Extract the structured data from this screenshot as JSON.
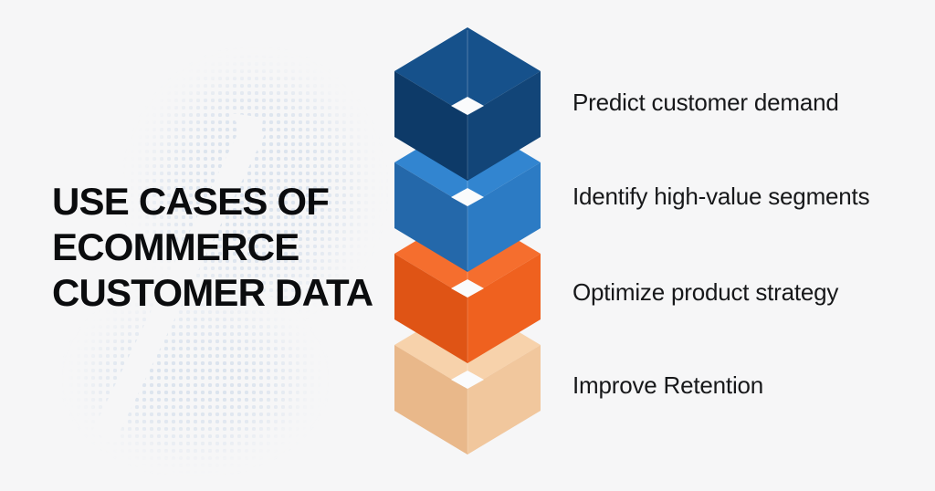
{
  "background": {
    "color": "#F6F6F7",
    "dot_pattern_color": "#DCE4EE"
  },
  "title": {
    "lines": [
      "USE CASES OF",
      "ECOMMERCE",
      "CUSTOMER DATA"
    ],
    "color": "#0B0C0E"
  },
  "items": [
    {
      "label": "Predict customer demand",
      "cube": {
        "top": "#16518B",
        "right": "#124578",
        "left": "#0D3A68",
        "hole": "#FAFBFC"
      }
    },
    {
      "label": "Identify high-value segments",
      "cube": {
        "top": "#3285D0",
        "right": "#2C7BC4",
        "left": "#2468AA",
        "hole": "#FAFBFC"
      }
    },
    {
      "label": "Optimize product strategy",
      "cube": {
        "top": "#F56E2E",
        "right": "#EF611F",
        "left": "#DF5415",
        "hole": "#FAFBFC"
      }
    },
    {
      "label": "Improve Retention",
      "cube": {
        "top": "#F7D2AB",
        "right": "#F1C79D",
        "left": "#E9B88A",
        "hole": "#FAFBFC"
      }
    }
  ]
}
